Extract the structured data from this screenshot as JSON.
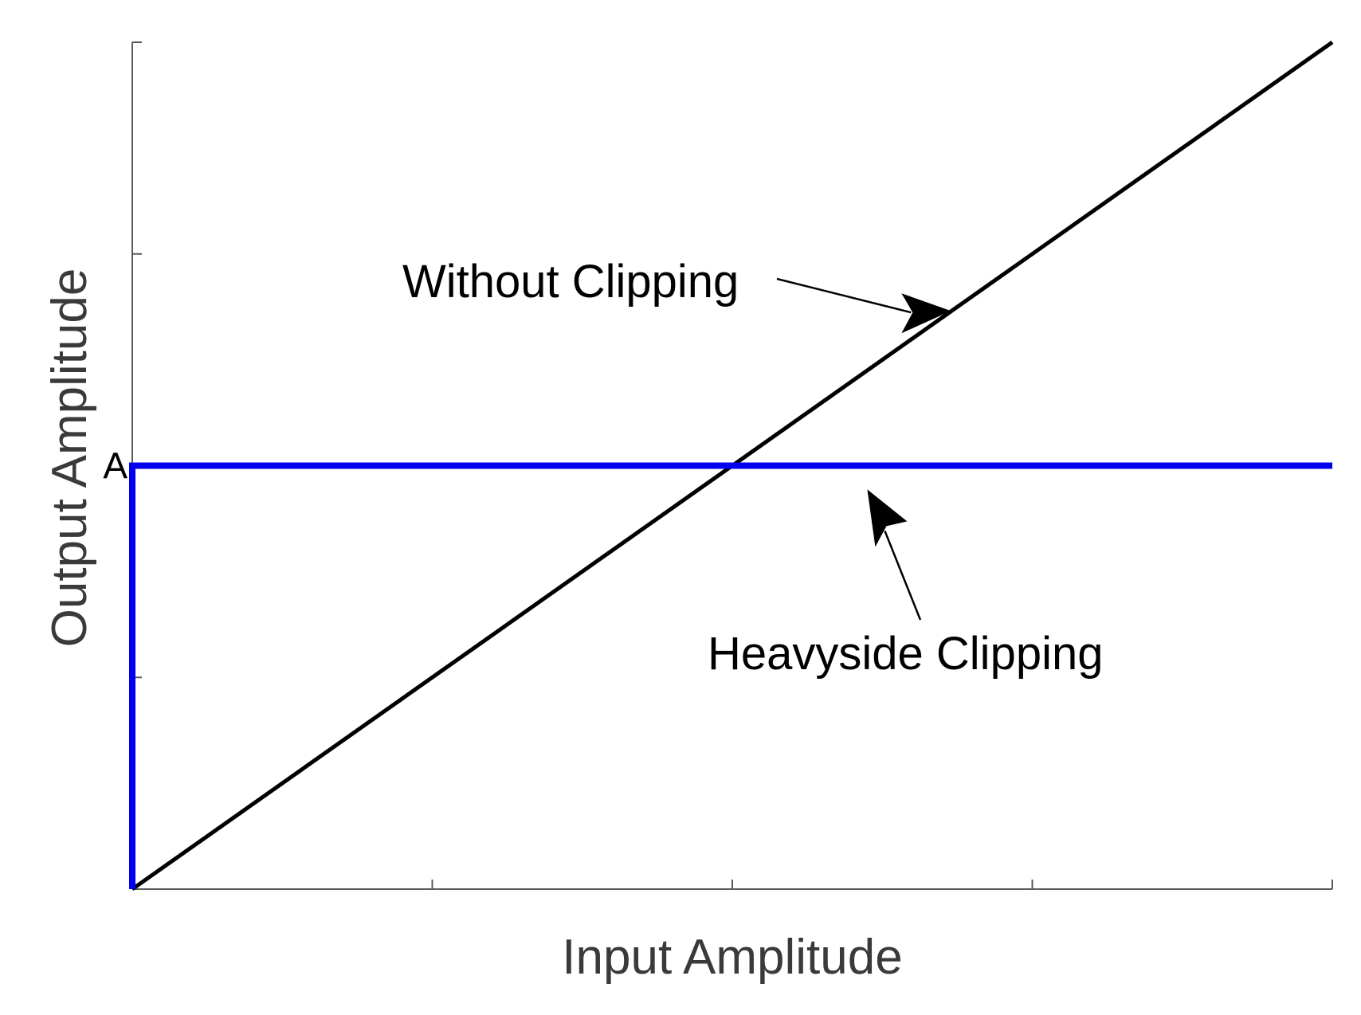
{
  "chart_data": {
    "type": "line",
    "xlabel": "Input Amplitude",
    "ylabel": "Output Amplitude",
    "xlim": [
      0,
      4
    ],
    "ylim": [
      0,
      4
    ],
    "x_ticks": [
      0,
      1,
      2,
      3,
      4
    ],
    "y_ticks": [
      0,
      1,
      2,
      3,
      4
    ],
    "y_tick_labels": [
      {
        "value": 2,
        "label": "A"
      }
    ],
    "grid": false,
    "series": [
      {
        "color": "#000000",
        "x": [
          0,
          4
        ],
        "y": [
          0,
          4
        ]
      },
      {
        "color": "#0000ee",
        "x": [
          0,
          0,
          4
        ],
        "y": [
          0,
          2,
          2
        ]
      }
    ],
    "annotations": [
      {
        "text": "Without Clipping",
        "target_series": 0,
        "target": [
          2.75,
          2.75
        ]
      },
      {
        "text": "Heavyside Clipping",
        "target_series": 1,
        "target": [
          2.45,
          1.85
        ]
      }
    ]
  }
}
